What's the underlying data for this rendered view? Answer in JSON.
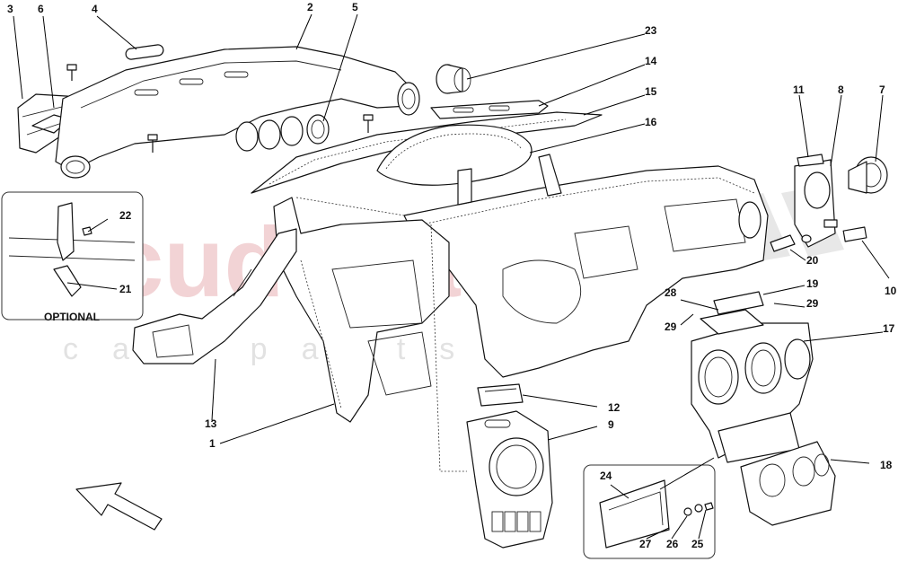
{
  "watermark": {
    "brand": "scuderia",
    "sub": "car parts"
  },
  "inset_optional": {
    "label": "OPTIONAL"
  },
  "callouts": {
    "c1": "1",
    "c2": "2",
    "c3": "3",
    "c4": "4",
    "c5": "5",
    "c6": "6",
    "c7": "7",
    "c8": "8",
    "c9": "9",
    "c10": "10",
    "c11": "11",
    "c12": "12",
    "c13": "13",
    "c14": "14",
    "c15": "15",
    "c16": "16",
    "c17": "17",
    "c18": "18",
    "c19": "19",
    "c20": "20",
    "c21": "21",
    "c22": "22",
    "c23": "23",
    "c24": "24",
    "c25": "25",
    "c26": "26",
    "c27": "27",
    "c28": "28",
    "c29a": "29",
    "c29b": "29"
  },
  "colors": {
    "line": "#111111",
    "watermark_red": "#e8b0b4",
    "watermark_grey": "#d0d0d0"
  }
}
